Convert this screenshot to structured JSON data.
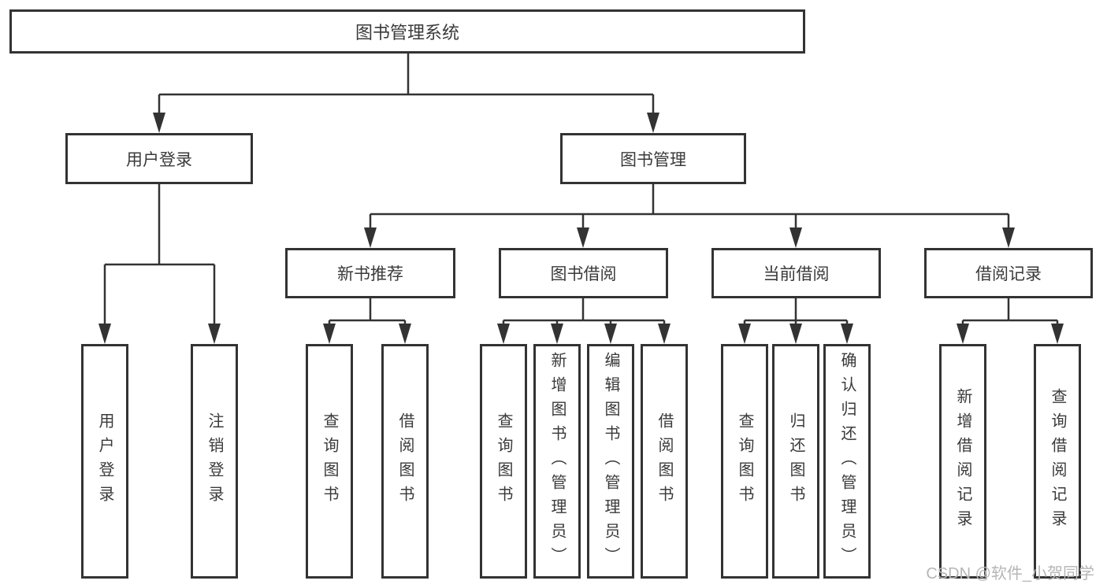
{
  "diagram": {
    "title": "图书管理系统",
    "colors": {
      "line": "#333333",
      "text": "#3a3a3a",
      "box_background": "#ffffff",
      "watermark": "#b6b6b6"
    },
    "nodes": {
      "root": "图书管理系统",
      "l2": [
        "用户登录",
        "图书管理"
      ],
      "l3": [
        "新书推荐",
        "图书借阅",
        "当前借阅",
        "借阅记录"
      ],
      "l4": [
        "用户登录",
        "注销登录",
        "查询图书",
        "借阅图书",
        "查询图书",
        "新增图书（管理员）",
        "编辑图书（管理员）",
        "借阅图书",
        "查询图书",
        "归还图书",
        "确认归还（管理员）",
        "新增借阅记录",
        "查询借阅记录"
      ]
    },
    "hierarchy": {
      "图书管理系统": {
        "用户登录": [
          "用户登录",
          "注销登录"
        ],
        "图书管理": {
          "新书推荐": [
            "查询图书",
            "借阅图书"
          ],
          "图书借阅": [
            "查询图书",
            "新增图书（管理员）",
            "编辑图书（管理员）",
            "借阅图书"
          ],
          "当前借阅": [
            "查询图书",
            "归还图书",
            "确认归还（管理员）"
          ],
          "借阅记录": [
            "新增借阅记录",
            "查询借阅记录"
          ]
        }
      }
    }
  },
  "watermark": {
    "text": "CSDN @软件_小贺同学"
  }
}
